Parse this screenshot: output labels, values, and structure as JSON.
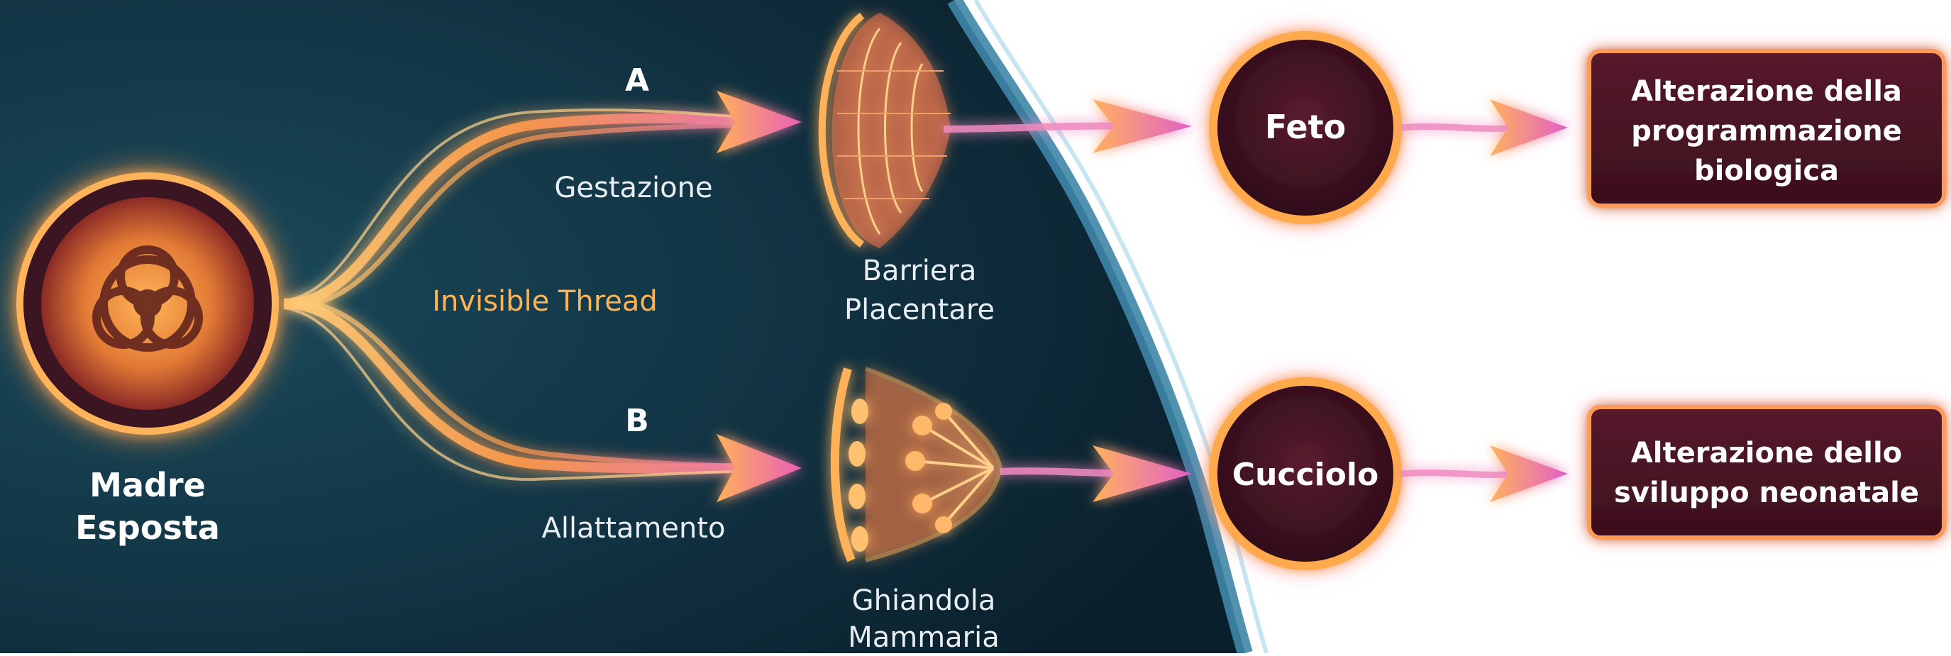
{
  "diagram": {
    "source": {
      "label_line1": "Madre",
      "label_line2": "Esposta",
      "icon": "biohazard-icon"
    },
    "thread_label": "Invisible Thread",
    "path_a": {
      "letter": "A",
      "label": "Gestazione",
      "barrier_line1": "Barriera",
      "barrier_line2": "Placentare",
      "barrier_icon": "placenta-icon"
    },
    "path_b": {
      "letter": "B",
      "label": "Allattamento",
      "barrier_line1": "Ghiandola",
      "barrier_line2": "Mammaria",
      "barrier_icon": "mammary-gland-icon"
    },
    "targets": [
      {
        "name": "Feto",
        "outcome_lines": [
          "Alterazione della",
          "programmazione",
          "biologica"
        ]
      },
      {
        "name": "Cucciolo",
        "outcome_lines": [
          "Alterazione dello",
          "sviluppo neonatale"
        ]
      }
    ]
  },
  "colors": {
    "background_dark": "#0f2a38",
    "background_light": "#ffffff",
    "divider": "#3f86a8",
    "glow_orange": "#ffa94d",
    "glow_pink": "#e25fc9",
    "node_fill": "#4a1628",
    "outcome_fill": "#4a1526",
    "thread_label": "#ffb454"
  }
}
